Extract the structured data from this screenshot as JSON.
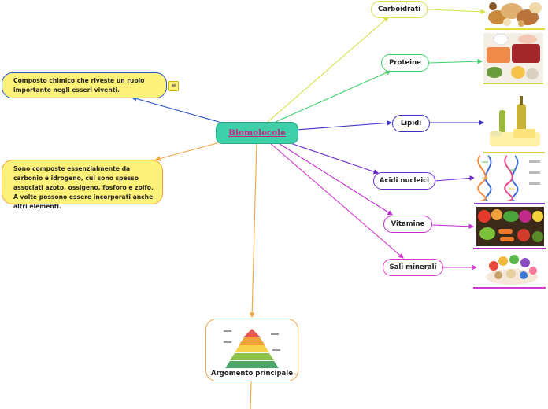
{
  "central": {
    "label": "Biomolecole"
  },
  "notes": {
    "definition": "Composto chimico che riveste un ruolo importante negli esseri viventi.",
    "composition": "Sono composte essenzialmente da carbonio e idrogeno, cui sono spesso associati azoto, ossigeno, fosforo e zolfo. A volte possono essere incorporati anche altri elementi."
  },
  "branches": [
    {
      "label": "Carboidrati",
      "color": "#d7e04a",
      "image": "bread-grains-image"
    },
    {
      "label": "Proteine",
      "color": "#3fd06a",
      "image": "meat-eggs-image"
    },
    {
      "label": "Lipidi",
      "color": "#3a2fc9",
      "image": "oil-butter-image"
    },
    {
      "label": "Acidi nucleici",
      "color": "#6b2bd0",
      "image": "dna-helix-image"
    },
    {
      "label": "Vitamine",
      "color": "#c02ccf",
      "image": "vegetables-image"
    },
    {
      "label": "Sali minerali",
      "color": "#d63bd0",
      "image": "minerals-food-image"
    }
  ],
  "main_topic": {
    "label": "Argomento principale"
  },
  "colors": {
    "central_fill": "#3dcfa8",
    "central_text": "#d01f8c",
    "note_fill": "#fff27a",
    "orange": "#f3a53f",
    "blue": "#2a56c9"
  }
}
